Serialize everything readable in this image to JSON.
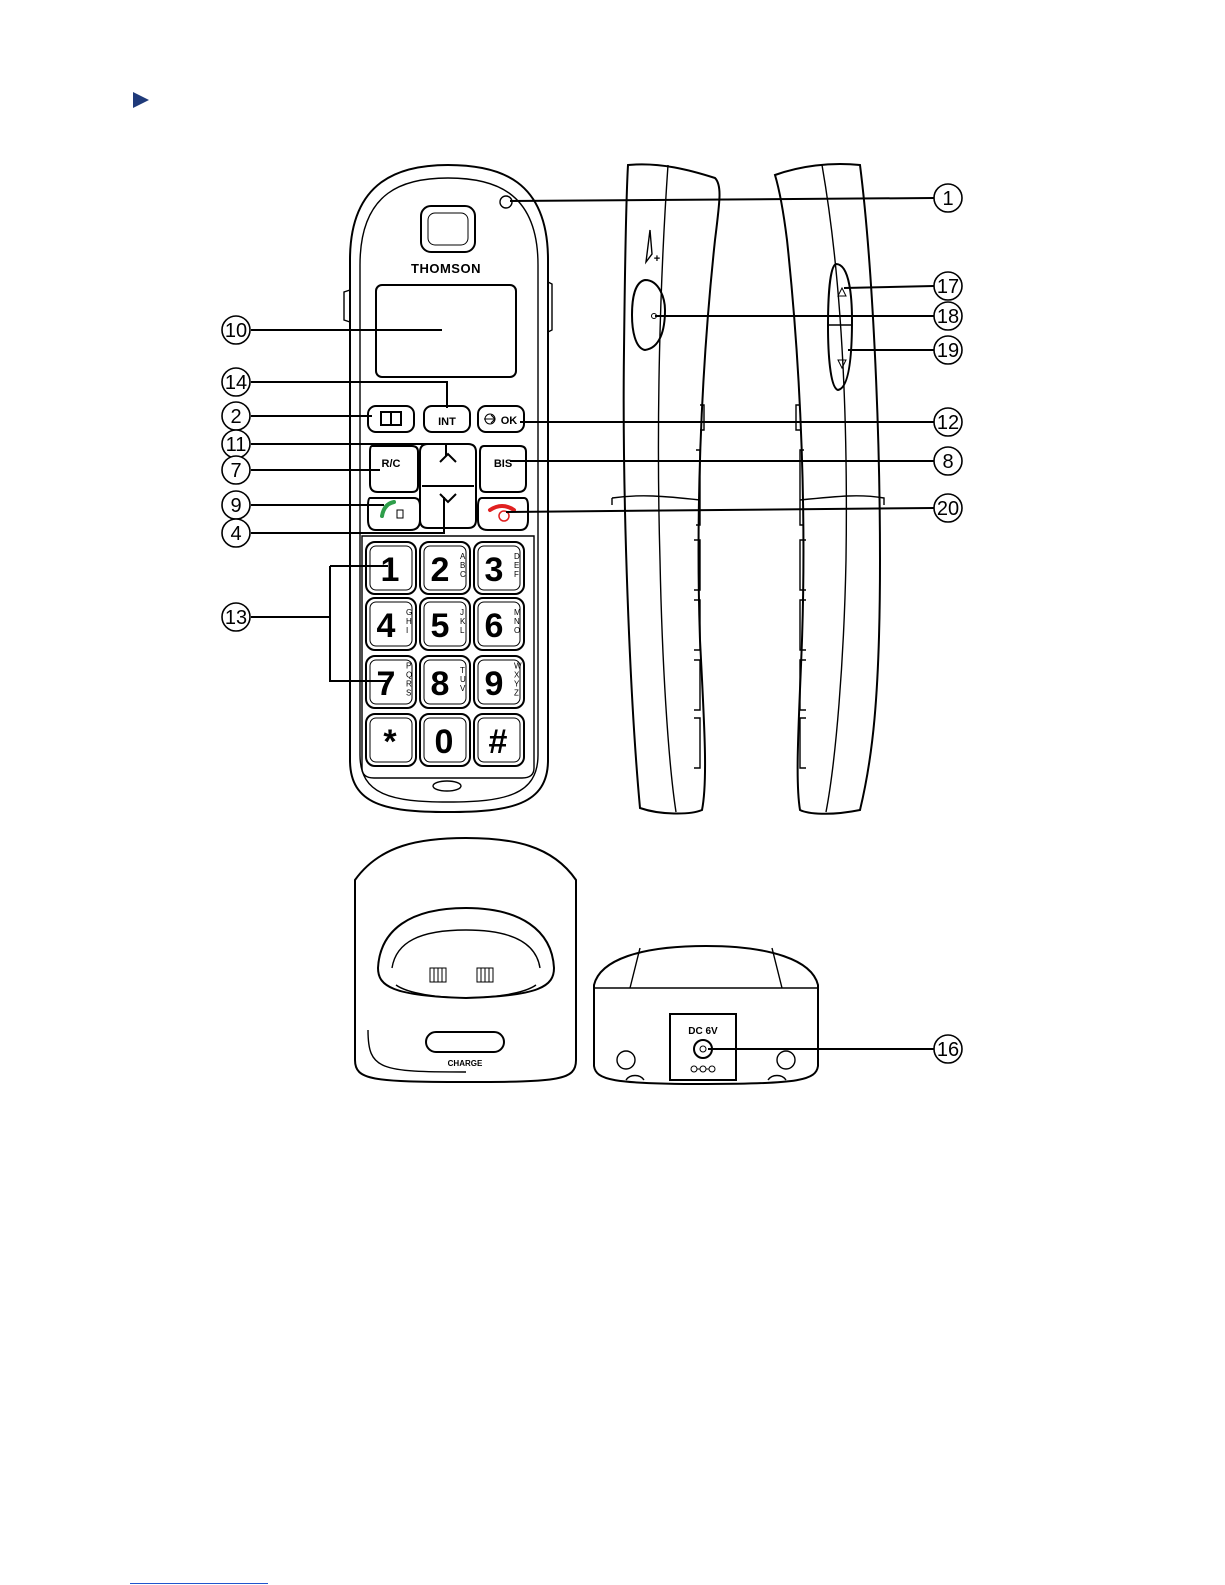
{
  "colors": {
    "bullet": "#1f3a7a",
    "talk_icon": "#2e9e4a",
    "end_icon": "#e02020",
    "footer_rule": "#2255cc"
  },
  "handset": {
    "brand": "THOMSON",
    "buttons": {
      "int": "INT",
      "ok": "OK",
      "rc": "R/C",
      "bis": "BIS"
    },
    "keys": [
      {
        "digit": "1",
        "letters": ""
      },
      {
        "digit": "2",
        "letters": "ABC"
      },
      {
        "digit": "3",
        "letters": "DEF"
      },
      {
        "digit": "4",
        "letters": "GHI"
      },
      {
        "digit": "5",
        "letters": "JKL"
      },
      {
        "digit": "6",
        "letters": "MNO"
      },
      {
        "digit": "7",
        "letters": "PQRS"
      },
      {
        "digit": "8",
        "letters": "TUV"
      },
      {
        "digit": "9",
        "letters": "WXYZ"
      },
      {
        "digit": "*",
        "letters": ""
      },
      {
        "digit": "0",
        "letters": ""
      },
      {
        "digit": "#",
        "letters": ""
      }
    ]
  },
  "base": {
    "charge_label": "CHARGE",
    "dc_label": "DC 6V"
  },
  "callouts": [
    "1",
    "10",
    "14",
    "2",
    "11",
    "7",
    "9",
    "4",
    "13",
    "17",
    "18",
    "19",
    "12",
    "8",
    "20",
    "16"
  ]
}
